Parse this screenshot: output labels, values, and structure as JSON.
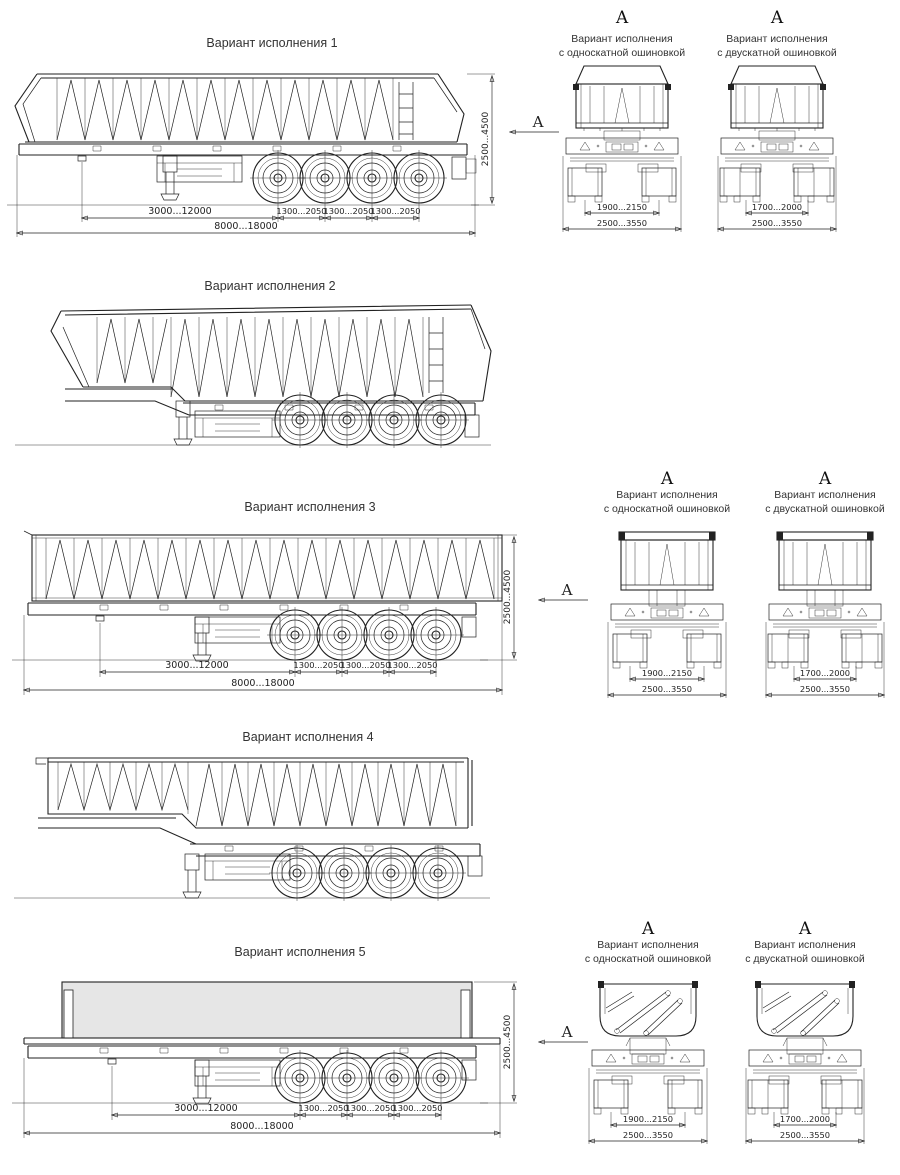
{
  "titles": {
    "variant1": "Вариант исполнения 1",
    "variant2": "Вариант исполнения 2",
    "variant3": "Вариант исполнения 3",
    "variant4": "Вариант исполнения 4",
    "variant5": "Вариант исполнения 5"
  },
  "dimensions": {
    "kingpin_to_first_axle": "3000...12000",
    "axle_spacing": "1300...2050",
    "overall_length": "8000...18000",
    "overall_height": "2500...4500"
  },
  "rear_views": {
    "section_label": "А",
    "caption_line1": "Вариант исполнения",
    "caption_single": "с односкатной ошиновкой",
    "caption_dual": "с двускатной ошиновкой",
    "track_single": "1900...2150",
    "track_dual": "1700...2000",
    "overall_width": "2500...3550"
  },
  "section_arrow_label": "А",
  "colors": {
    "line": "#222222",
    "background": "#ffffff",
    "cargo_fill": "#e6e6e6"
  }
}
